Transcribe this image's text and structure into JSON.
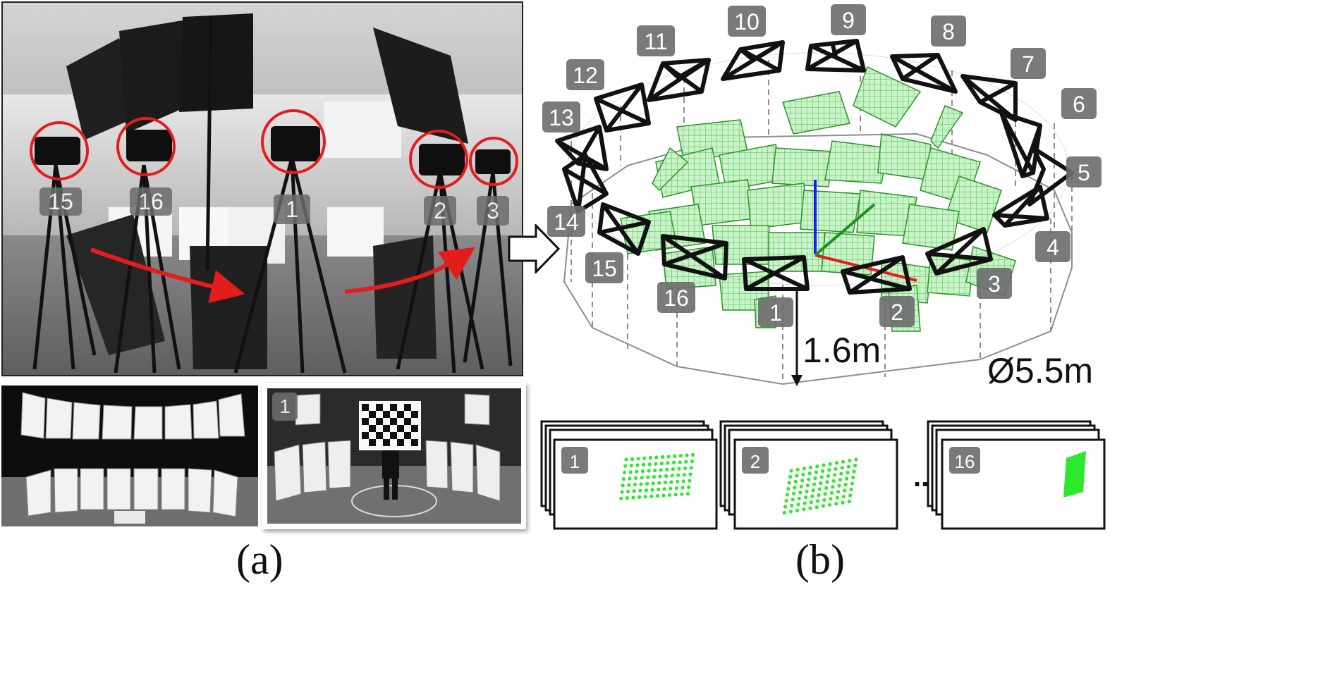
{
  "captions": {
    "a": "(a)",
    "b": "(b)"
  },
  "photo_main": {
    "camera_labels": [
      "15",
      "16",
      "1",
      "2",
      "3"
    ]
  },
  "photo_bw": {
    "label": "1"
  },
  "rig": {
    "camera_labels": [
      "1",
      "2",
      "3",
      "4",
      "5",
      "6",
      "7",
      "8",
      "9",
      "10",
      "11",
      "12",
      "13",
      "14",
      "15",
      "16"
    ],
    "height_label": "1.6m",
    "diameter_label": "Ø5.5m"
  },
  "views": {
    "labels": [
      "1",
      "2",
      "16"
    ],
    "ellipsis": "..."
  },
  "colors": {
    "ring": "#e51c1c",
    "arrow": "#e51c1c",
    "label_bg": "#6b6b6b",
    "board": "#39c439",
    "dot": "#2ee82e"
  }
}
